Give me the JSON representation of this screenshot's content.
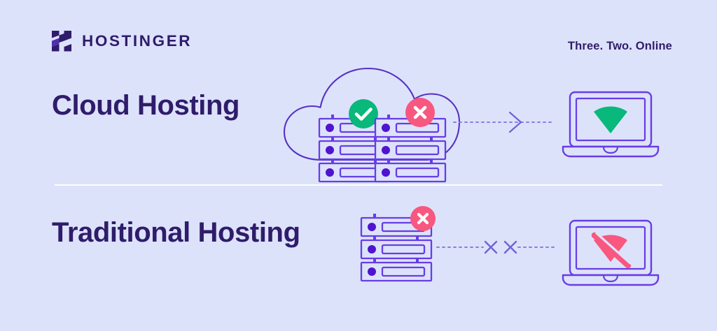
{
  "page": {
    "background_color": "#dde2fb",
    "brand_color": "#2f1c6a",
    "line_color": "#673de6",
    "success_color": "#09b87b",
    "error_color": "#f8577f",
    "divider_color": "#ffffff"
  },
  "header": {
    "logo_icon": "hostinger-h-logo-icon",
    "brand_name": "HOSTINGER",
    "tagline": "Three. Two. Online"
  },
  "rows": [
    {
      "id": "cloud-hosting",
      "title": "Cloud Hosting",
      "source_icon": "cloud-with-server-racks-icon",
      "servers": [
        {
          "name": "server-rack-healthy",
          "status_icon": "check-circle-icon",
          "status": "online",
          "status_color": "#09b87b",
          "units": 3
        },
        {
          "name": "server-rack-failed",
          "status_icon": "x-circle-icon",
          "status": "offline",
          "status_color": "#f8577f",
          "units": 3
        }
      ],
      "connection": {
        "icon": "dashed-arrow-right-icon",
        "state": "connected",
        "broken": false
      },
      "device": {
        "icon": "laptop-icon",
        "screen_icon": "wifi-signal-icon",
        "screen_icon_color": "#09b87b",
        "state": "online"
      }
    },
    {
      "id": "traditional-hosting",
      "title": "Traditional Hosting",
      "source_icon": "server-rack-icon",
      "servers": [
        {
          "name": "server-rack-failed",
          "status_icon": "x-circle-icon",
          "status": "offline",
          "status_color": "#f8577f",
          "units": 3
        }
      ],
      "connection": {
        "icon": "dashed-line-broken-icon",
        "state": "disconnected",
        "broken": true,
        "break_marks": 2
      },
      "device": {
        "icon": "laptop-icon",
        "screen_icon": "wifi-signal-off-icon",
        "screen_icon_color": "#f8577f",
        "state": "offline"
      }
    }
  ]
}
